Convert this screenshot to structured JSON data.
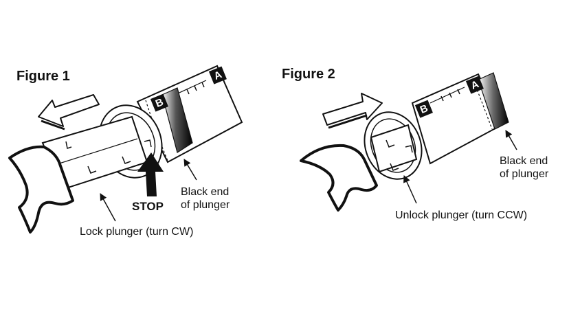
{
  "figure1": {
    "title": "Figure 1",
    "marking_b": "B",
    "marking_a": "A",
    "stop_label": "STOP",
    "black_end_line1": "Black end",
    "black_end_line2": "of plunger",
    "lock_label": "Lock plunger (turn CW)"
  },
  "figure2": {
    "title": "Figure 2",
    "marking_b": "B",
    "marking_a": "A",
    "black_end_line1": "Black end",
    "black_end_line2": "of plunger",
    "unlock_label": "Unlock plunger (turn CCW)"
  }
}
